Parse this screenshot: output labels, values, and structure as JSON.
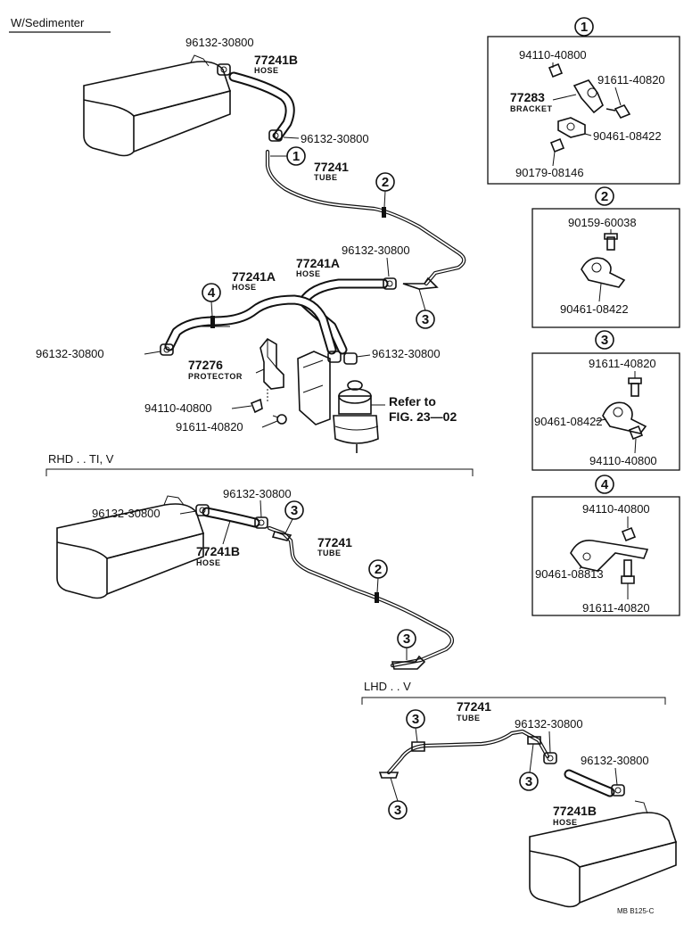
{
  "header": {
    "variant_main": "W/Sedimenter",
    "variant_rhd": "RHD . . TI, V",
    "variant_lhd": "LHD . . V",
    "drawing_code": "MB B125-C"
  },
  "main_section": {
    "labels": {
      "clamp_top": "96132-30800",
      "hose_top_num": "77241B",
      "hose_top_word": "HOSE",
      "clamp_mid": "96132-30800",
      "tube_num": "77241",
      "tube_word": "TUBE",
      "clamp_right": "96132-30800",
      "hose_a2_num": "77241A",
      "hose_a2_word": "HOSE",
      "hose_a1_num": "77241A",
      "hose_a1_word": "HOSE",
      "clamp_left": "96132-30800",
      "protector_num": "77276",
      "protector_word": "PROTECTOR",
      "clamp_filter": "96132-30800",
      "nut": "94110-40800",
      "bolt": "91611-40820",
      "refer_1": "Refer to",
      "refer_2": "FIG. 23—02"
    },
    "callouts": [
      "1",
      "2",
      "3",
      "4"
    ]
  },
  "rhd_section": {
    "labels": {
      "clamp_top": "96132-30800",
      "clamp_left": "96132-30800",
      "hose_num": "77241B",
      "hose_word": "HOSE",
      "tube_num": "77241",
      "tube_word": "TUBE"
    },
    "callouts": [
      "3",
      "2",
      "3"
    ]
  },
  "lhd_section": {
    "labels": {
      "tube_num": "77241",
      "tube_word": "TUBE",
      "clamp_mid": "96132-30800",
      "clamp_right": "96132-30800",
      "hose_num": "77241B",
      "hose_word": "HOSE"
    },
    "callouts": [
      "3",
      "3",
      "3"
    ]
  },
  "detail_1": {
    "callout": "1",
    "nut": "94110-40800",
    "bolt": "91611-40820",
    "bracket_num": "77283",
    "bracket_word": "BRACKET",
    "clamp": "90461-08422",
    "screw": "90179-08146"
  },
  "detail_2": {
    "callout": "2",
    "bolt": "90159-60038",
    "clamp": "90461-08422"
  },
  "detail_3": {
    "callout": "3",
    "bolt": "91611-40820",
    "clamp": "90461-08422",
    "nut": "94110-40800"
  },
  "detail_4": {
    "callout": "4",
    "nut": "94110-40800",
    "clamp": "90461-08813",
    "bolt": "91611-40820"
  }
}
